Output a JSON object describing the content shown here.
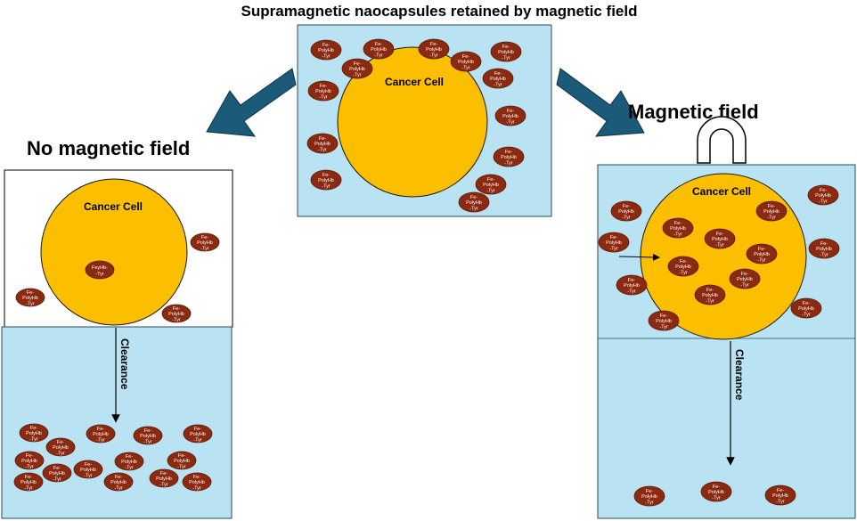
{
  "title": "Supramagnetic naocapsules retained by magnetic field",
  "left_heading": "No magnetic field",
  "right_heading": "Magnetic field",
  "cell_label": "Cancer Cell",
  "nanoparticle_label_lines": [
    "Fe-",
    "PolyHb",
    "-Tyr"
  ],
  "nanoparticle_inside_left_lines": [
    "FeyHb-",
    "-Tyr"
  ],
  "clearance_label": "Clearance",
  "colors": {
    "medium": "#b9e3f2",
    "cell": "#fcbf00",
    "nanoparticle": "#8b2a10",
    "arrow": "#1c5a7a"
  },
  "icons": [
    "big-arrow-left",
    "big-arrow-right",
    "horseshoe-magnet-icon",
    "clearance-arrow"
  ]
}
